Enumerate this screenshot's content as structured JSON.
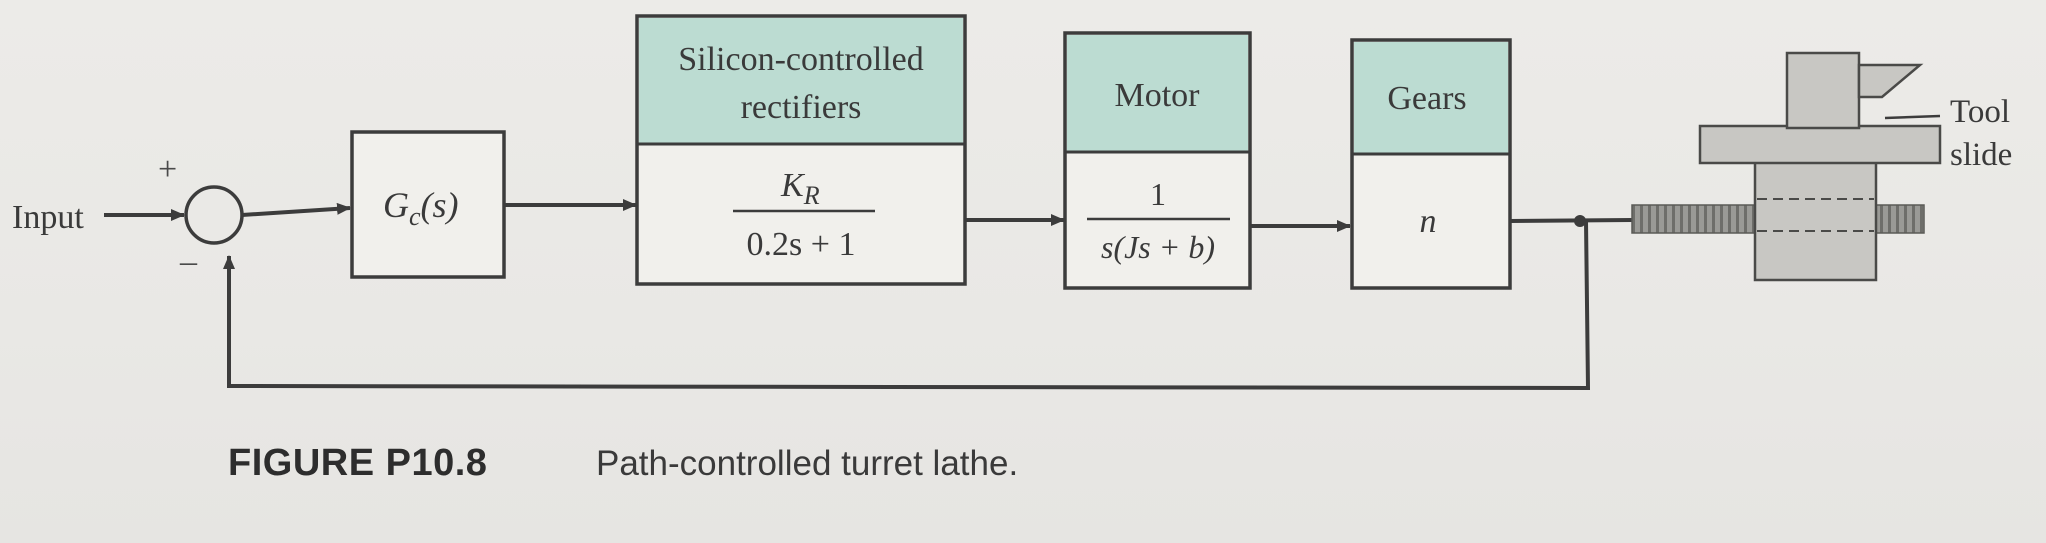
{
  "input_label": "Input",
  "sum_plus": "+",
  "sum_minus": "–",
  "blocks": {
    "controller": {
      "tf_base": "G",
      "tf_sub": "c",
      "tf_arg": "(s)"
    },
    "scr": {
      "title_line1": "Silicon-controlled",
      "title_line2": "rectifiers",
      "num_base": "K",
      "num_sub": "R",
      "den": "0.2s + 1"
    },
    "motor": {
      "title": "Motor",
      "num": "1",
      "den": "s(Js + b)"
    },
    "gears": {
      "title": "Gears",
      "gain": "n"
    }
  },
  "tool_slide": {
    "line1": "Tool",
    "line2": "slide"
  },
  "caption": {
    "label": "FIGURE P10.8",
    "text": "Path-controlled turret lathe."
  },
  "colors": {
    "header_fill": "#bcdcd2",
    "line": "#3c3c3c",
    "box_fill": "#f1f0ec"
  }
}
